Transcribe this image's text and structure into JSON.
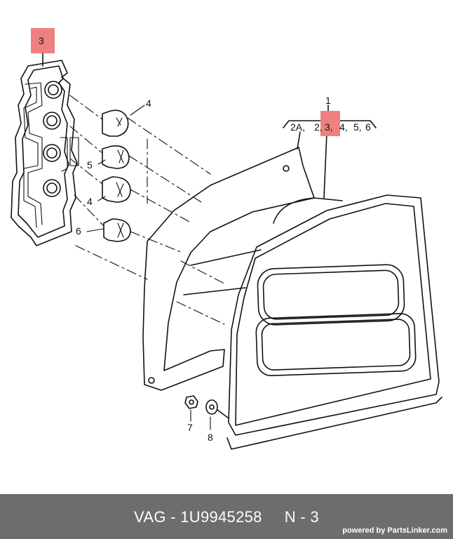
{
  "diagram": {
    "highlight_color": "#f08080",
    "part_callout_top": "3",
    "group_label_number": "1",
    "group_label_items": [
      "2A,",
      "2,",
      "3,",
      "4,",
      "5,",
      "6"
    ],
    "group_highlighted_item": "3,",
    "bulb_labels": [
      "4",
      "5",
      "4",
      "6"
    ],
    "nut_label": "7",
    "washer_label": "8"
  },
  "footer": {
    "background": "#6d6d6d",
    "title": "VAG - 1U9945258     N - 3",
    "credit": "powered by PartsLinker.com"
  }
}
